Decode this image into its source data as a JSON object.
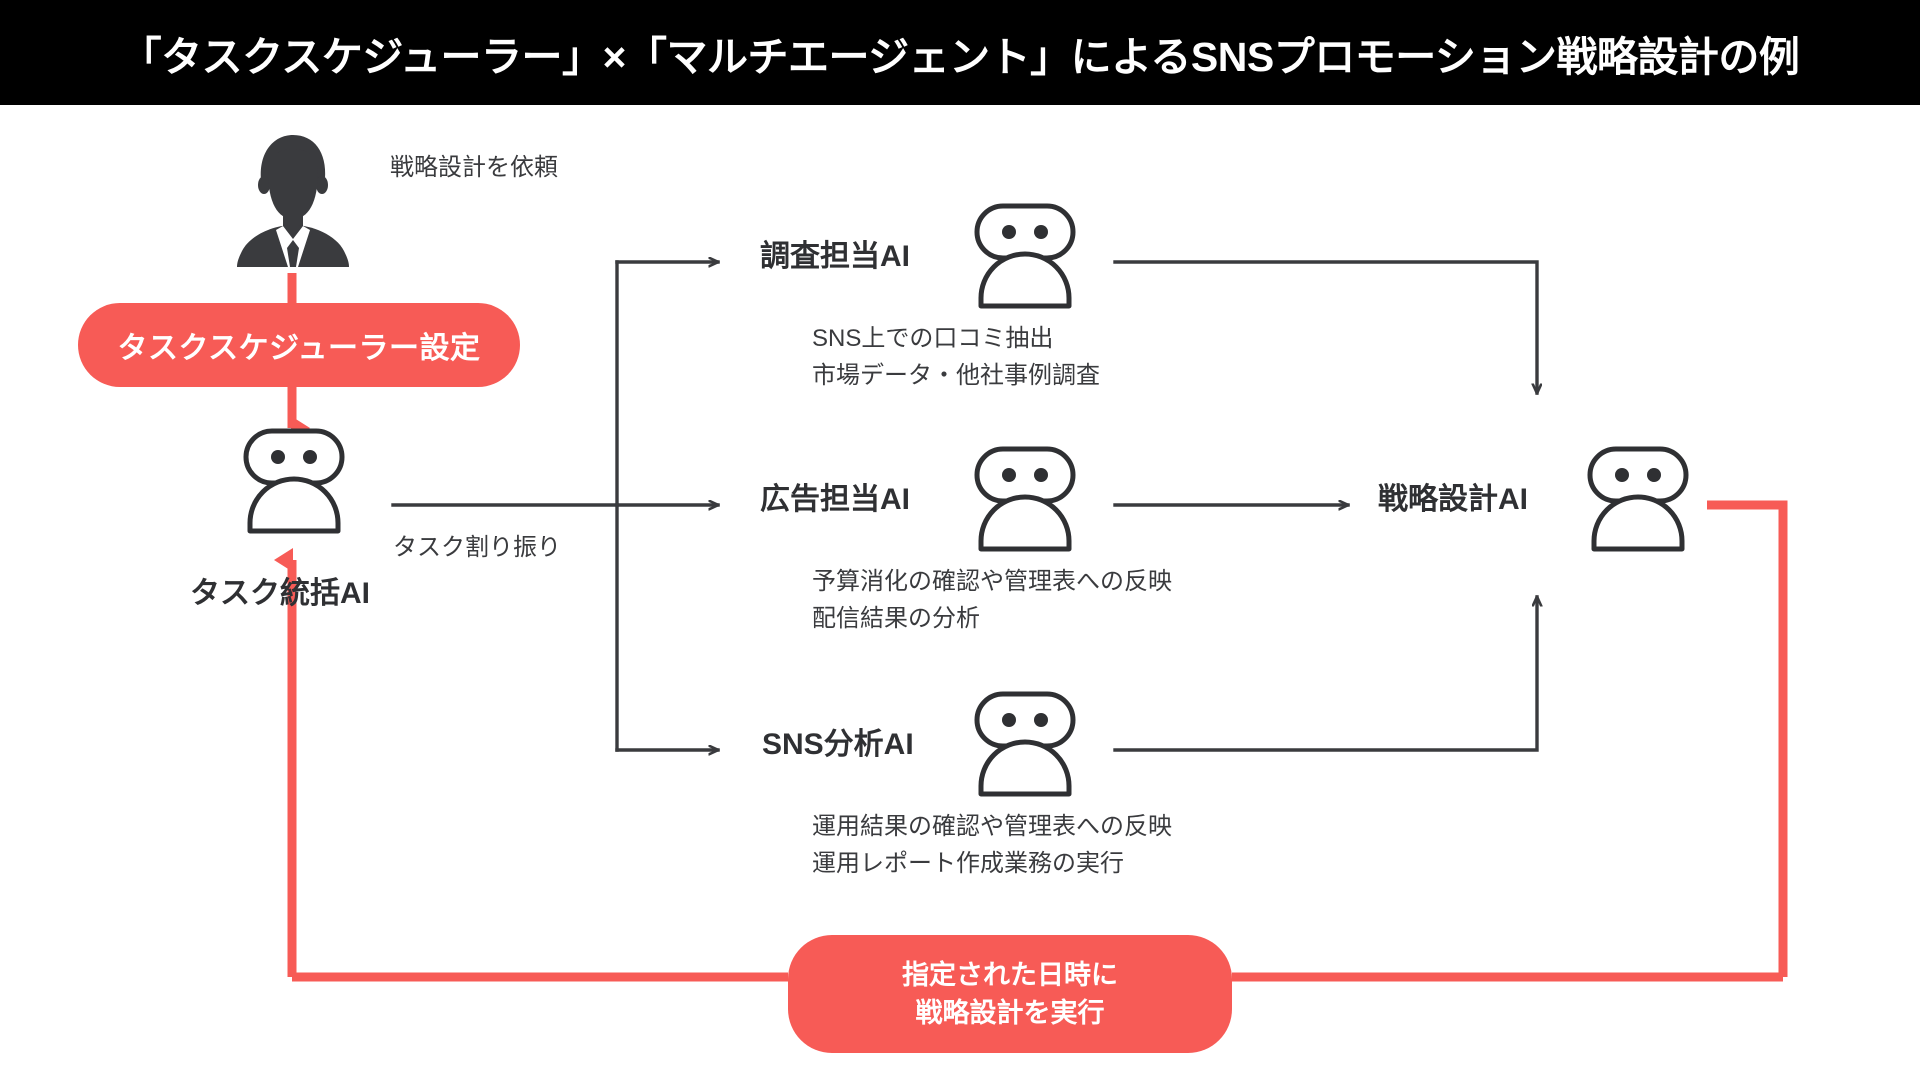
{
  "header": {
    "title": "「タスクスケジューラー」×「マルチエージェント」によるSNSプロモーション戦略設計の例"
  },
  "colors": {
    "accent_red": "#F75B56",
    "line_dark": "#3a3b3e",
    "title_bg": "#000000",
    "title_fg": "#ffffff",
    "canvas_bg": "#ffffff"
  },
  "requester": {
    "icon": "businessman-silhouette-icon",
    "edge_label": "戦略設計を依頼"
  },
  "scheduler_pill": {
    "label": "タスクスケジューラー設定"
  },
  "orchestrator": {
    "icon": "robot-icon",
    "label": "タスク統括AI",
    "edge_label": "タスク割り振り"
  },
  "agents": [
    {
      "id": "research",
      "label": "調査担当AI",
      "icon": "robot-icon",
      "desc_lines": [
        "SNS上での口コミ抽出",
        "市場データ・他社事例調査"
      ]
    },
    {
      "id": "ads",
      "label": "広告担当AI",
      "icon": "robot-icon",
      "desc_lines": [
        "予算消化の確認や管理表への反映",
        "配信結果の分析"
      ]
    },
    {
      "id": "sns",
      "label": "SNS分析AI",
      "icon": "robot-icon",
      "desc_lines": [
        "運用結果の確認や管理表への反映",
        "運用レポート作成業務の実行"
      ]
    }
  ],
  "strategist": {
    "label": "戦略設計AI",
    "icon": "robot-icon"
  },
  "exec_pill": {
    "line1": "指定された日時に",
    "line2": "戦略設計を実行"
  }
}
